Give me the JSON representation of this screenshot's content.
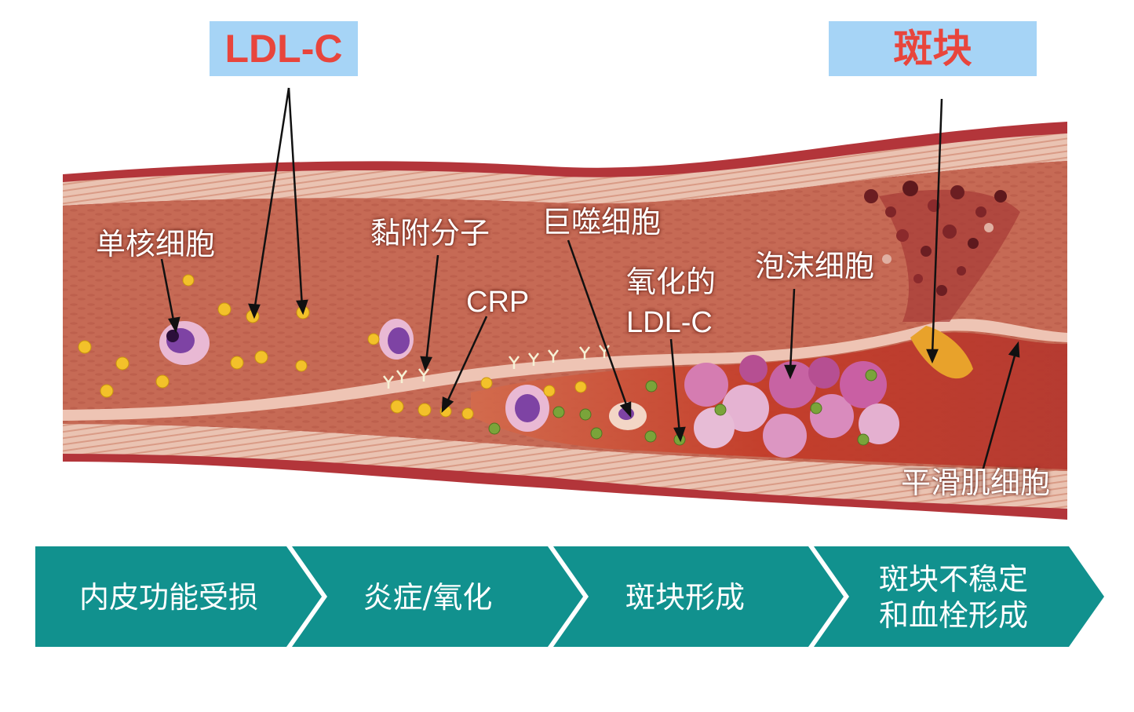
{
  "tags": {
    "ldl": "LDL-C",
    "plaque": "斑块"
  },
  "labels": {
    "monocyte": "单核细胞",
    "adhesion": "黏附分子",
    "macrophage": "巨噬细胞",
    "crp": "CRP",
    "oxidized_line1": "氧化的",
    "oxidized_line2": "LDL-C",
    "foam_cell": "泡沫细胞",
    "smooth_muscle": "平滑肌细胞"
  },
  "stages": [
    {
      "line1": "内皮功能受损",
      "line2": ""
    },
    {
      "line1": "炎症/氧化",
      "line2": ""
    },
    {
      "line1": "斑块形成",
      "line2": ""
    },
    {
      "line1": "斑块不稳定",
      "line2": "和血栓形成"
    }
  ],
  "colors": {
    "teal": "#11918e",
    "vessel_wall": "#b7373a",
    "intima": "#e9b9a8",
    "lumen": "#c36b54",
    "lipid": "#f3c12a",
    "oxidized_lipid": "#7aa43a",
    "foam": "#d06aa8",
    "tag_bg": "#a6d4f6",
    "tag_text": "#e8453c"
  }
}
